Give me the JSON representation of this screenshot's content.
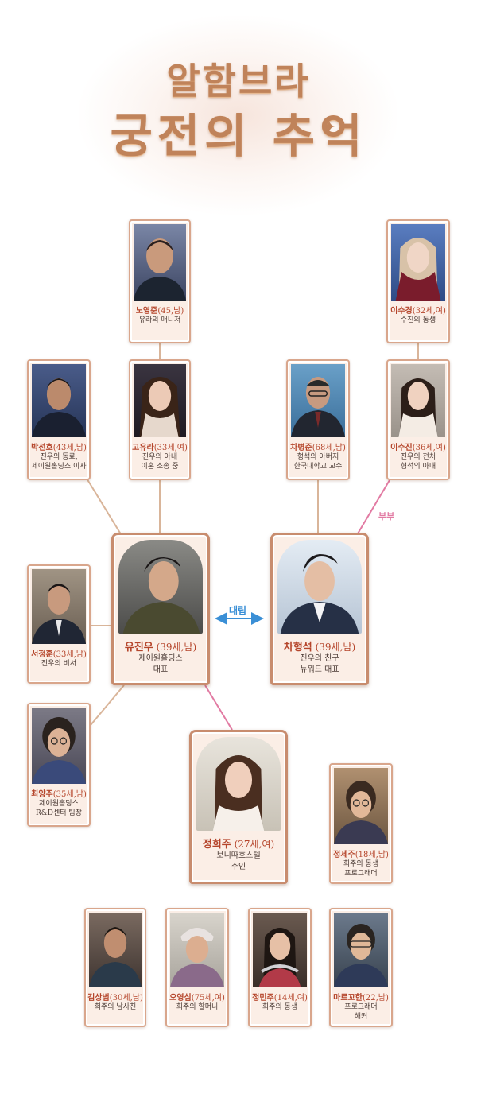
{
  "title": {
    "line1": "알함브라",
    "line2": "궁전의 추억"
  },
  "relations": {
    "rivalry": "대립",
    "married": "부부"
  },
  "colors": {
    "accent_name": "#b5452b",
    "frame": "#d9a68c",
    "rival_line": "#3a8fd6",
    "married_line": "#e27ba3",
    "link_line": "#d9b59a"
  },
  "characters": {
    "noyoungjun": {
      "name": "노영준",
      "meta": "(45,남)",
      "desc": [
        "유라의 매니저"
      ]
    },
    "leesujung": {
      "name": "이수경",
      "meta": "(32세,여)",
      "desc": [
        "수진의 동생"
      ]
    },
    "parksunho": {
      "name": "박선호",
      "meta": "(43세,남)",
      "desc": [
        "진우의 동료,",
        "제이원홀딩스 이사"
      ]
    },
    "goyura": {
      "name": "고유라",
      "meta": "(33세,여)",
      "desc": [
        "진우의 아내",
        "이혼 소송 중"
      ]
    },
    "chabyungjun": {
      "name": "차병준",
      "meta": "(68세,남)",
      "desc": [
        "형석의 아버지",
        "한국대학교 교수"
      ]
    },
    "leesujin": {
      "name": "이수진",
      "meta": "(36세,여)",
      "desc": [
        "진우의 전처",
        "형석의 아내"
      ]
    },
    "yujinwoo": {
      "name": "유진우",
      "meta": "(39세,남)",
      "desc": [
        "제이원홀딩스",
        "대표"
      ]
    },
    "chahyungseok": {
      "name": "차형석",
      "meta": "(39세,남)",
      "desc": [
        "진우의 친구",
        "뉴워드 대표"
      ]
    },
    "seojunghoon": {
      "name": "서정훈",
      "meta": "(33세,남)",
      "desc": [
        "진우의 비서"
      ]
    },
    "choiyangju": {
      "name": "최양주",
      "meta": "(35세,남)",
      "desc": [
        "제이원홀딩스",
        "R&D센터 팀장"
      ]
    },
    "junghuiju": {
      "name": "정희주",
      "meta": "(27세,여)",
      "desc": [
        "보니따호스텔",
        "주인"
      ]
    },
    "jungseju": {
      "name": "정세주",
      "meta": "(18세,남)",
      "desc": [
        "희주의 동생",
        "프로그래머"
      ]
    },
    "kimsangbum": {
      "name": "김상범",
      "meta": "(30세,남)",
      "desc": [
        "희주의 남사친"
      ]
    },
    "ohyoungsim": {
      "name": "오영심",
      "meta": "(75세,여)",
      "desc": [
        "희주의 할머니"
      ]
    },
    "jungminju": {
      "name": "정민주",
      "meta": "(14세,여)",
      "desc": [
        "희주의 동생"
      ]
    },
    "marco": {
      "name": "마르꼬한",
      "meta": "(22,남)",
      "desc": [
        "프로그래머",
        "해커"
      ]
    }
  }
}
